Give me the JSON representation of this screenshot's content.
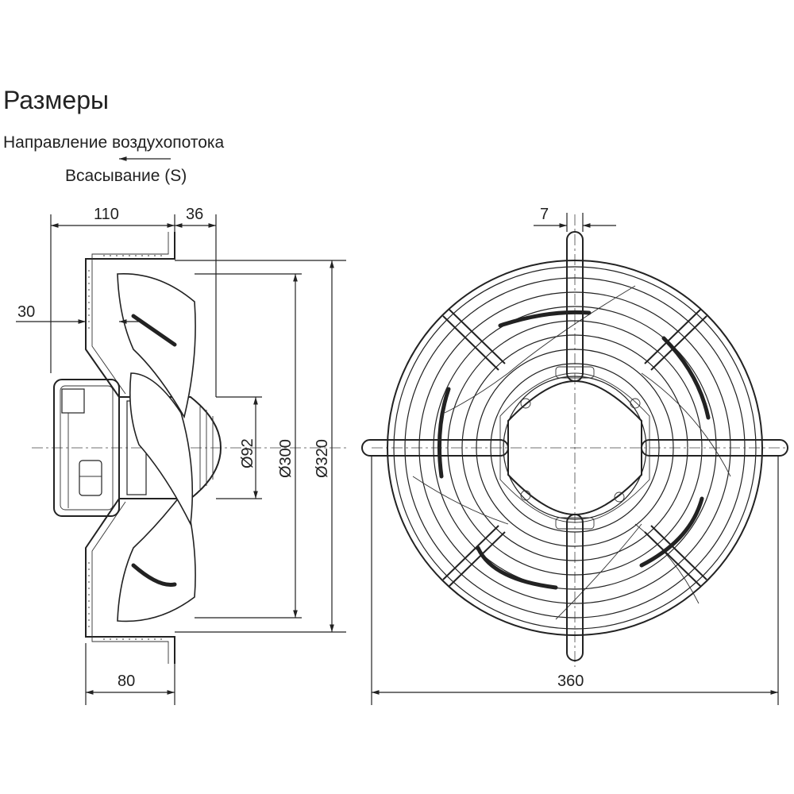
{
  "header": {
    "title": "Размеры",
    "airflow_label": "Направление воздухопотока",
    "suction_label": "Всасывание (S)"
  },
  "side_view": {
    "dim_110": "110",
    "dim_36": "36",
    "dim_30": "30",
    "dim_80": "80",
    "dia_92": "Ø92",
    "dia_300": "Ø300",
    "dia_320": "Ø320"
  },
  "front_view": {
    "dim_7": "7",
    "dim_360": "360"
  }
}
